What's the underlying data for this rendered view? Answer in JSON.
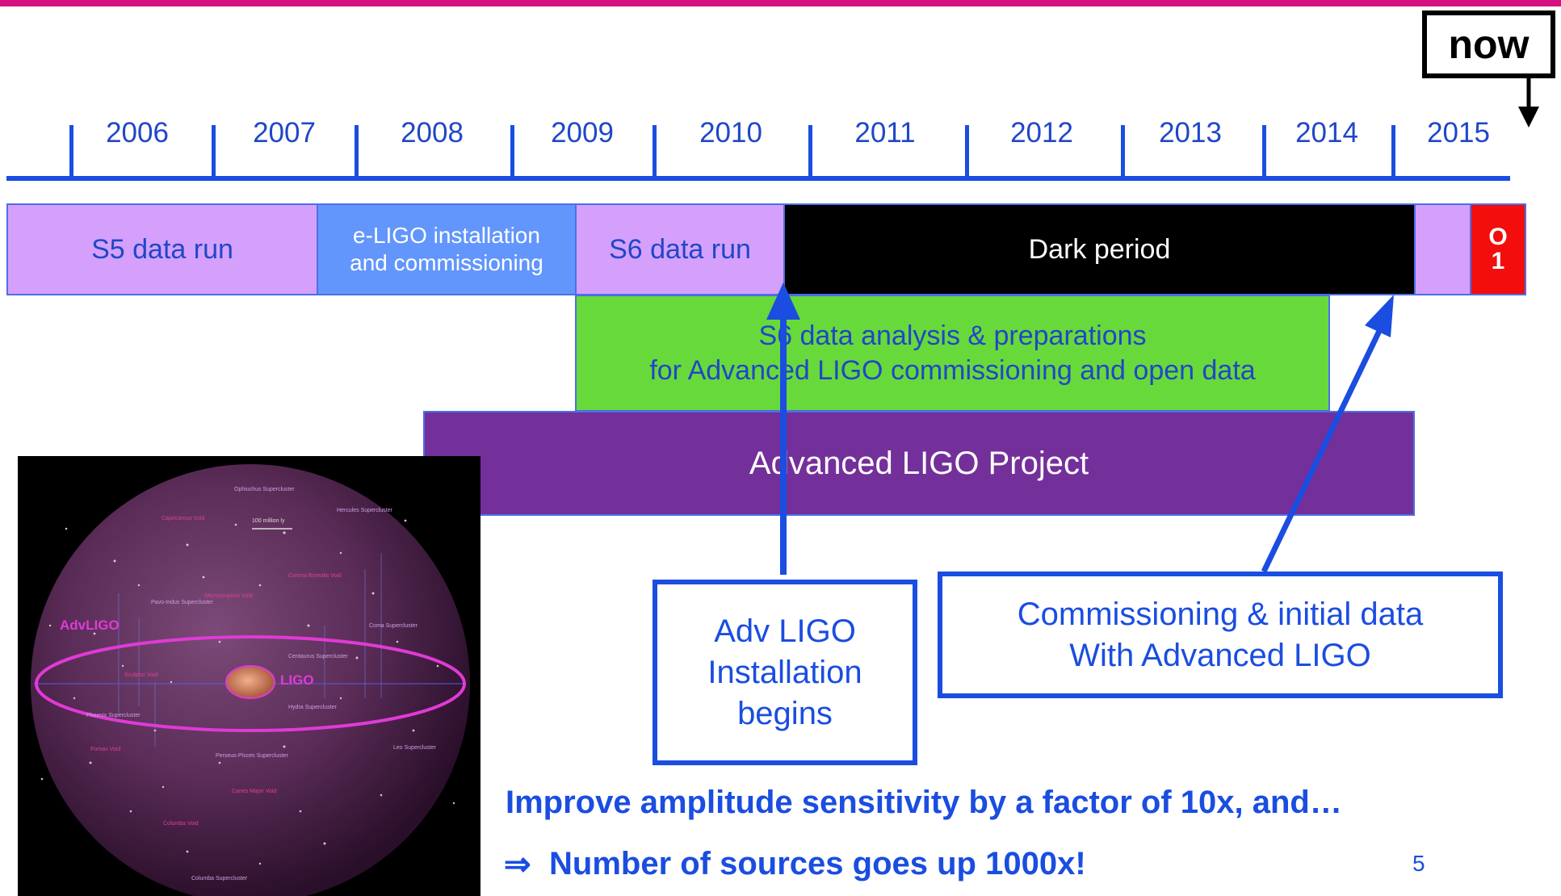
{
  "now_label": "now",
  "timeline": {
    "years": [
      "2006",
      "2007",
      "2008",
      "2009",
      "2010",
      "2011",
      "2012",
      "2013",
      "2014",
      "2015"
    ]
  },
  "bars": {
    "s5": "S5 data run",
    "eligo_line1": "e-LIGO installation",
    "eligo_line2": "and commissioning",
    "s6": "S6 data run",
    "dark": "Dark period",
    "o1_line1": "O",
    "o1_line2": "1",
    "s6_analysis_line1": "S6 data analysis & preparations",
    "s6_analysis_line2": "for Advanced LIGO commissioning and open data",
    "advanced_project": "Advanced LIGO Project"
  },
  "callouts": {
    "install_line1": "Adv LIGO",
    "install_line2": "Installation",
    "install_line3": "begins",
    "commission_line1": "Commissioning & initial data",
    "commission_line2": "With Advanced LIGO"
  },
  "figure": {
    "advligo": "AdvLIGO",
    "ligo": "LIGO",
    "scale": "100 million ly",
    "superclusters": [
      "Ophiuchus Supercluster",
      "Hercules Supercluster",
      "Capricornus Void",
      "Corona Borealis Void",
      "Pavo-Indus Supercluster",
      "Microscopium Void",
      "Coma Supercluster",
      "Centaurus Supercluster",
      "Sculptor Void",
      "Phoenix Supercluster",
      "Hydra Supercluster",
      "Fornax Void",
      "Perseus-Pisces Supercluster",
      "Canes Major Void",
      "Leo Supercluster",
      "Columba Void",
      "Columba Supercluster"
    ]
  },
  "bottom": {
    "line1": "Improve amplitude sensitivity by a factor of 10x, and…",
    "arrow": "⇒",
    "line2": "Number of sources goes up 1000x!"
  },
  "page_number": "5",
  "colors": {
    "accent_line": "#d4117f",
    "timeline_blue": "#1a4de0",
    "data_run": "#d5a0fc",
    "eligo": "#6296fc",
    "dark": "#000000",
    "o1": "#f30d0d",
    "analysis": "#68d93a",
    "project": "#74309a"
  }
}
